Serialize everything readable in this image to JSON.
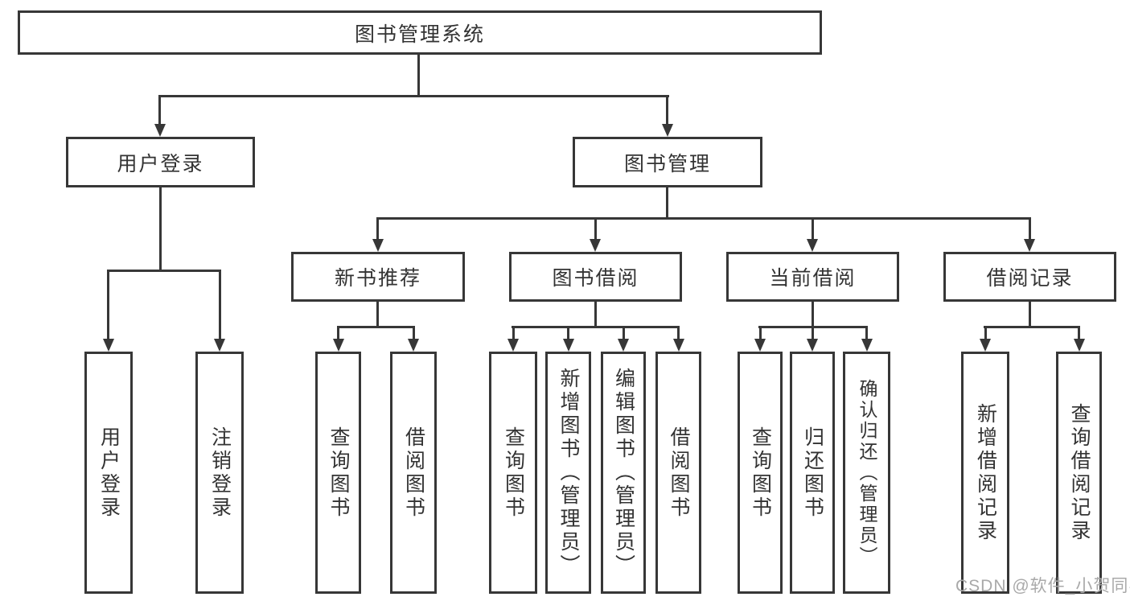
{
  "page": {
    "watermark": "CSDN @软件_小贺同学"
  },
  "colors": {
    "line": "#373737",
    "text": "#333333",
    "box_background": "#ffffff",
    "watermark_text": "#a9a9a9",
    "background": "#ffffff"
  },
  "tree": {
    "root": {
      "label": "图书管理系统"
    },
    "level2": [
      {
        "label": "用户登录"
      },
      {
        "label": "图书管理"
      }
    ],
    "level3": [
      {
        "label": "新书推荐"
      },
      {
        "label": "图书借阅"
      },
      {
        "label": "当前借阅"
      },
      {
        "label": "借阅记录"
      }
    ],
    "leaves": {
      "user_login": [
        {
          "label": "用户登录"
        },
        {
          "label": "注销登录"
        }
      ],
      "new_book": [
        {
          "label": "查询图书"
        },
        {
          "label": "借阅图书"
        }
      ],
      "book_borrow": [
        {
          "label": "查询图书"
        },
        {
          "label": "新增图书（管理员）"
        },
        {
          "label": "编辑图书（管理员）"
        },
        {
          "label": "借阅图书"
        }
      ],
      "current_borrow": [
        {
          "label": "查询图书"
        },
        {
          "label": "归还图书"
        },
        {
          "label": "确认归还（管理员）"
        }
      ],
      "borrow_records": [
        {
          "label": "新增借阅记录"
        },
        {
          "label": "查询借阅记录"
        }
      ]
    }
  }
}
